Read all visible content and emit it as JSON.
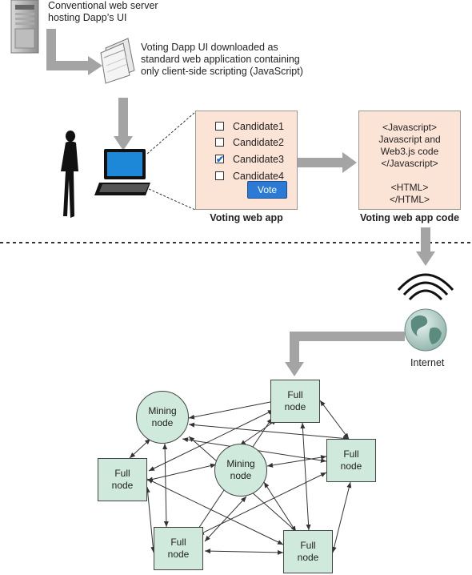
{
  "server_label": [
    "Conventional web server",
    "hosting Dapp’s UI"
  ],
  "download_label": [
    "Voting Dapp UI downloaded as",
    "standard web application containing",
    "only client-side scripting (JavaScript)"
  ],
  "voting_app": {
    "candidates": [
      "Candidate1",
      "Candidate2",
      "Candidate3",
      "Candidate4"
    ],
    "checked_index": 2,
    "vote_button": "Vote",
    "caption": "Voting web app"
  },
  "code_box": {
    "lines": [
      "<Javascript>",
      "Javascript and",
      "Web3.js code",
      "</Javascript>",
      "",
      "<HTML>",
      "</HTML>"
    ],
    "caption": "Voting web app code"
  },
  "internet_label": "Internet",
  "nodes": {
    "full_top": [
      "Full",
      "node"
    ],
    "mining_left": [
      "Mining",
      "node"
    ],
    "full_right": [
      "Full",
      "node"
    ],
    "mining_center": [
      "Mining",
      "node"
    ],
    "full_left": [
      "Full",
      "node"
    ],
    "full_bottom_left": [
      "Full",
      "node"
    ],
    "full_bottom_right": [
      "Full",
      "node"
    ]
  },
  "colors": {
    "arrow_gray": "#a4a4a4",
    "panel_fill": "#fbe3d6",
    "node_fill": "#cfe9dc",
    "vote_blue": "#2b7bd6",
    "screen_blue": "#1e88d8"
  },
  "icons": [
    "server-icon",
    "browser-window-icon",
    "woman-silhouette-icon",
    "laptop-icon",
    "wifi-signal-icon",
    "globe-icon"
  ]
}
